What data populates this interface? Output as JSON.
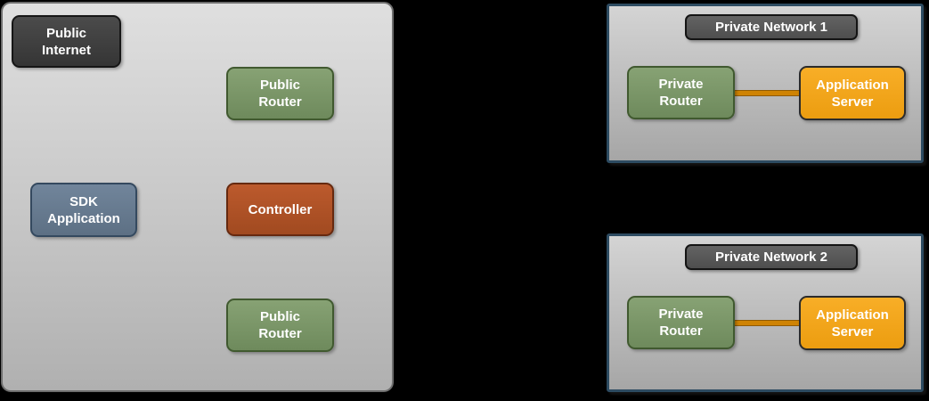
{
  "colors": {
    "background": "#000000",
    "cloud_fill": "#c9c9c9",
    "cloud_border": "#6e6e6e",
    "network_border": "#2d4b61",
    "title_fill": "#585858",
    "node_dark": "#3e3e3e",
    "node_green": "#7d9a6b",
    "node_blue": "#68798b",
    "node_rust": "#b05428",
    "node_orange": "#f3a61d",
    "connector": "#cf8303",
    "text": "#ffffff"
  },
  "public_cloud": {
    "nodes": {
      "public_internet": {
        "label": "Public Internet"
      },
      "public_router_top": {
        "label": "Public Router"
      },
      "sdk_application": {
        "label": "SDK Application"
      },
      "controller": {
        "label": "Controller"
      },
      "public_router_bottom": {
        "label": "Public Router"
      }
    }
  },
  "private_network_1": {
    "title": "Private Network 1",
    "nodes": {
      "private_router": {
        "label": "Private Router"
      },
      "application_server": {
        "label": "Application Server"
      }
    }
  },
  "private_network_2": {
    "title": "Private Network 2",
    "nodes": {
      "private_router": {
        "label": "Private Router"
      },
      "application_server": {
        "label": "Application Server"
      }
    }
  }
}
